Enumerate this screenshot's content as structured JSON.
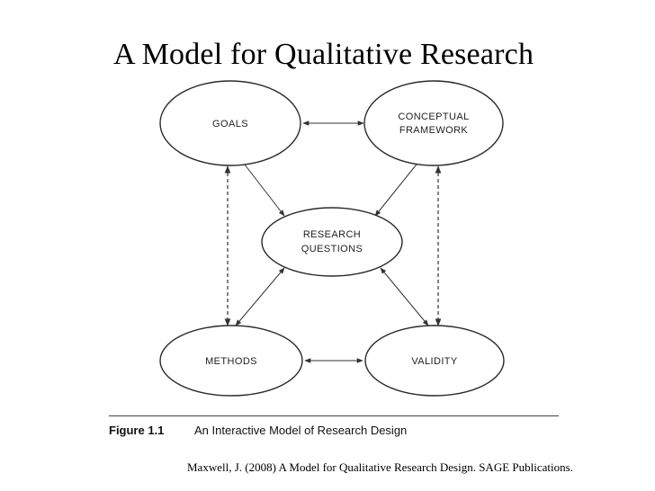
{
  "title": "A Model for Qualitative Research",
  "diagram": {
    "nodes": {
      "goals": {
        "lines": [
          "GOALS"
        ]
      },
      "conceptual": {
        "lines": [
          "CONCEPTUAL",
          "FRAMEWORK"
        ]
      },
      "research": {
        "lines": [
          "RESEARCH",
          "QUESTIONS"
        ]
      },
      "methods": {
        "lines": [
          "METHODS"
        ]
      },
      "validity": {
        "lines": [
          "VALIDITY"
        ]
      }
    }
  },
  "figure": {
    "label": "Figure 1.1",
    "caption": "An Interactive Model of Research Design"
  },
  "citation": "Maxwell, J. (2008)  A Model for Qualitative Research Design. SAGE Publications."
}
